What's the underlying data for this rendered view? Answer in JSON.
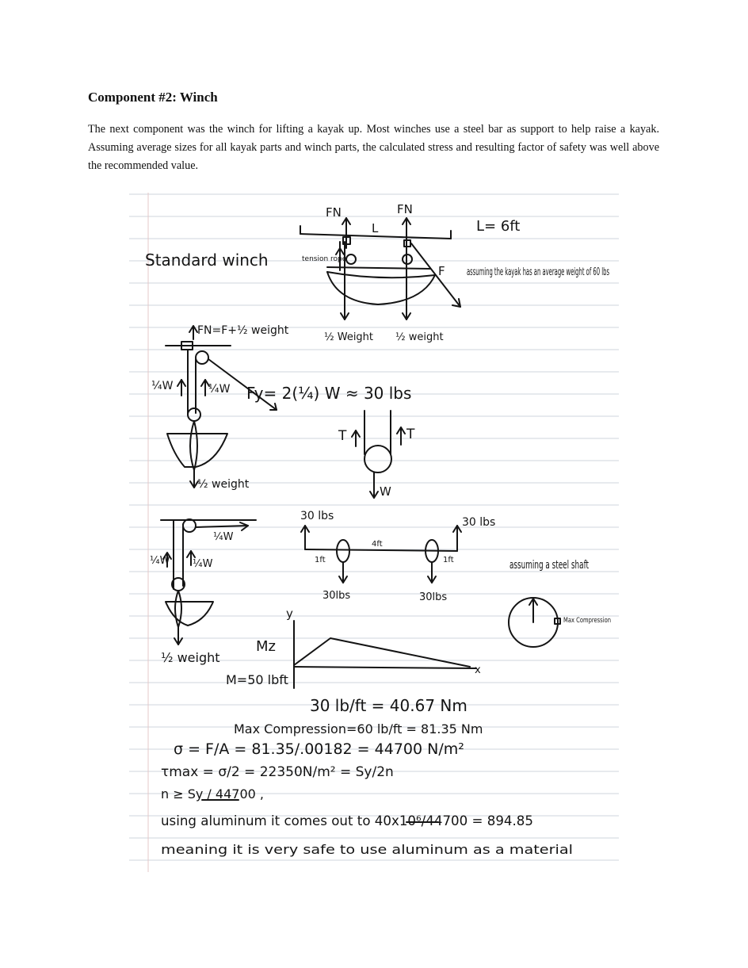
{
  "document": {
    "heading": "Component #2: Winch",
    "paragraph": "The next component was the winch for lifting a kayak up. Most winches use a steel bar as support to help raise a kayak. Assuming average sizes for all kayak parts and winch parts, the calculated stress and resulting factor of safety was well above the recommended value."
  },
  "handwritten_notes": {
    "title": "Standard winch",
    "top_diagram": {
      "force_left": "FN",
      "force_right": "FN",
      "span_label": "L",
      "length_note": "L= 6ft",
      "rope_label": "tension rope",
      "pull_label": "F",
      "assumption": "assuming the kayak has an average weight of 60 lbs",
      "left_weight": "½ Weight",
      "right_weight": "½ weight"
    },
    "pulley_diagram": {
      "top_force": "FN=F+½ weight",
      "left_tension": "¼W",
      "right_tension": "¼W",
      "resultant": "Fy= 2(¼) W ≈ 30 lbs",
      "bottom_weight": "½ weight"
    },
    "fbd": {
      "tension_left": "T",
      "tension_right": "T",
      "weight": "W"
    },
    "second_pulley": {
      "top_label": "¼W",
      "left_label": "¼W",
      "right_label": "¼W",
      "bottom_weight": "½ weight"
    },
    "beam": {
      "left_end_load": "30 lbs",
      "right_end_load": "30 lbs",
      "left_offset": "1ft",
      "middle_span": "4ft",
      "right_offset": "1ft",
      "left_load": "30lbs",
      "right_load": "30lbs"
    },
    "shaft": {
      "assumption": "assuming a steel shaft",
      "point_label": "Max Compression"
    },
    "moment_diagram": {
      "y_axis": "y",
      "x_axis": "x",
      "series_label": "Mz",
      "max_moment": "M=50 lbft"
    },
    "calculations": [
      "30 lb/ft = 40.67 Nm",
      "Max Compression=60 lb/ft = 81.35 Nm",
      "σ = F/A = 81.35/.00182 = 44700 N/m²",
      "τmax = σ/2 = 22350N/m² = Sy/2n",
      "n ≥ Sy / 44700 ,",
      "using aluminum it comes out to 40x10⁶/44700 = 894.85",
      "meaning it is very safe to use aluminum as a material"
    ]
  }
}
